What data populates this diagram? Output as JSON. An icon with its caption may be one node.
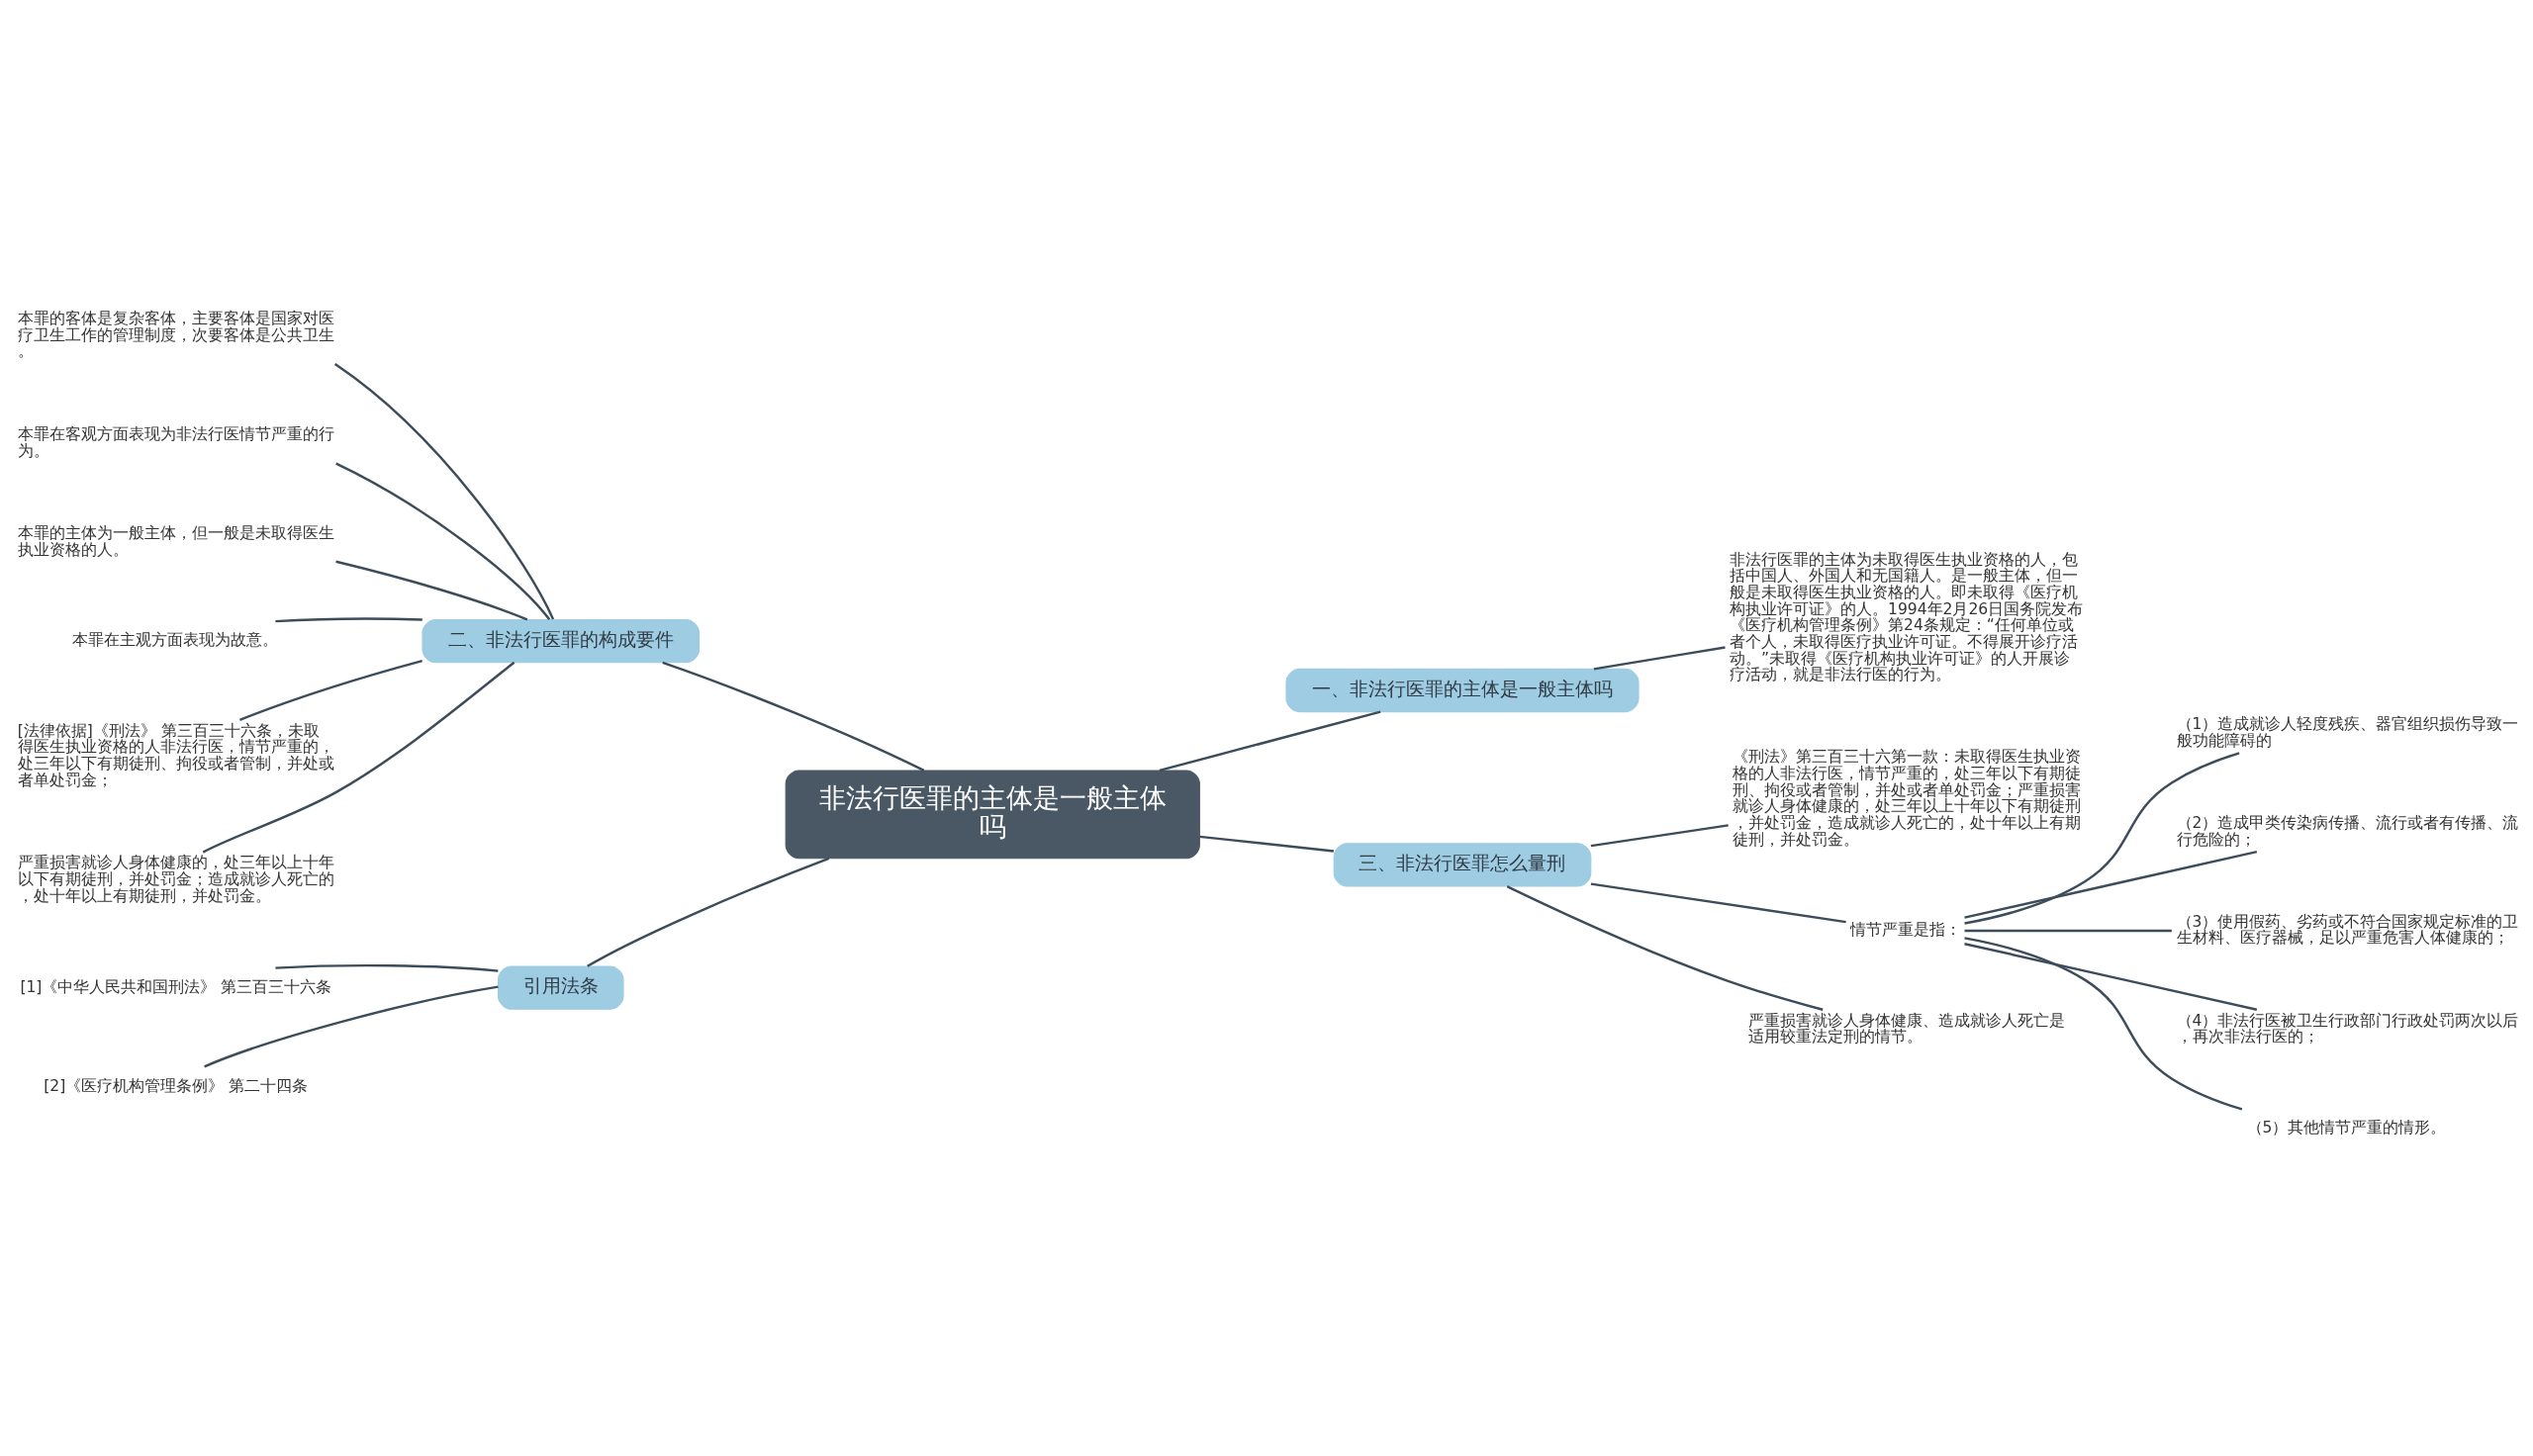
{
  "diagram": {
    "nodes": [
      {
        "text": [
          "非法行医罪的主体是一般主体吗"
        ]
      },
      {
        "text": [
          "一、非法行医罪的主体是一般主体吗"
        ]
      },
      {
        "text": [
          "非法行医罪的主体为未取得医生执业资格的人，包括中国人、外国人和无国籍人。是一般主体，但一般是未取得医生执业资格的人。即未取得《医疗机构执业许可证》的人。1994年2月26日国务院发布《医疗机构管理条例》第24条规定：“任何单位或者个人，未取得医疗执业许可证。不得展开诊疗活动。”未取得《医疗机构执业许可证》的人开展诊疗活动，就是非法行医的行为。"
        ]
      },
      {
        "text": [
          "二、非法行医罪的构成要件"
        ]
      },
      {
        "text": [
          "本罪的客体是复杂客体，主要客体是国家对医疗卫生工作的管理制度，次要客体是公共卫生。"
        ]
      },
      {
        "text": [
          "本罪在客观方面表现为非法行医情节严重的行为。"
        ]
      },
      {
        "text": [
          "本罪的主体为一般主体，但一般是未取得医生执业资格的人。"
        ]
      },
      {
        "text": [
          "本罪在主观方面表现为故意。"
        ]
      },
      {
        "text": [
          "[法律依据]《刑法》 第三百三十六条，未取得医生执业资格的人非法行医，情节严重的，处三年以下有期徒刑、拘役或者管制，并处或者单处罚金；"
        ]
      },
      {
        "text": [
          "严重损害就诊人身体健康的，处三年以上十年以下有期徒刑，并处罚金；造成就诊人死亡的，处十年以上有期徒刑，并处罚金。"
        ]
      },
      {
        "text": [
          "引用法条"
        ]
      },
      {
        "text": [
          "[1]《中华人民共和国刑法》 第三百三十六条"
        ]
      },
      {
        "text": [
          "[2]《医疗机构管理条例》 第二十四条"
        ]
      },
      {
        "text": [
          "三、非法行医罪怎么量刑"
        ]
      },
      {
        "text": [
          "《刑法》第三百三十六第一款：未取得医生执业资格的人非法行医，情节严重的，处三年以下有期徒刑、拘役或者管制，并处或者单处罚金；严重损害就诊人身体健康的，处三年以上十年以下有期徒刑，并处罚金，造成就诊人死亡的，处十年以上有期徒刑，并处罚金。"
        ]
      },
      {
        "text": [
          "情节严重是指："
        ]
      },
      {
        "text": [
          "（1）造成就诊人轻度残疾、器官组织损伤导致一般功能障碍的"
        ]
      },
      {
        "text": [
          "（2）造成甲类传染病传播、流行或者有传播、流行危险的；"
        ]
      },
      {
        "text": [
          "（3）使用假药、劣药或不符合国家规定标准的卫生材料、医疗器械，足以严重危害人体健康的；"
        ]
      },
      {
        "text": [
          "（4）非法行医被卫生行政部门行政处罚两次以后，再次非法行医的；"
        ]
      },
      {
        "text": [
          "（5）其他情节严重的情形。"
        ]
      },
      {
        "text": [
          "严重损害就诊人身体健康、造成就诊人死亡是适用较重法定刑的情节。"
        ]
      }
    ],
    "edges": [
      {
        "from": 0,
        "to": 1,
        "arrow": "none"
      },
      {
        "from": 1,
        "to": 2,
        "arrow": "none"
      },
      {
        "from": 0,
        "to": 3,
        "arrow": "none"
      },
      {
        "from": 3,
        "to": 4,
        "arrow": "none"
      },
      {
        "from": 3,
        "to": 5,
        "arrow": "none"
      },
      {
        "from": 3,
        "to": 6,
        "arrow": "none"
      },
      {
        "from": 3,
        "to": 7,
        "arrow": "none"
      },
      {
        "from": 3,
        "to": 8,
        "arrow": "none"
      },
      {
        "from": 3,
        "to": 9,
        "arrow": "none"
      },
      {
        "from": 0,
        "to": 10,
        "arrow": "none"
      },
      {
        "from": 10,
        "to": 11,
        "arrow": "none"
      },
      {
        "from": 10,
        "to": 12,
        "arrow": "none"
      },
      {
        "from": 0,
        "to": 13,
        "arrow": "none"
      },
      {
        "from": 13,
        "to": 14,
        "arrow": "none"
      },
      {
        "from": 13,
        "to": 15,
        "arrow": "none"
      },
      {
        "from": 15,
        "to": 16,
        "arrow": "none"
      },
      {
        "from": 15,
        "to": 17,
        "arrow": "none"
      },
      {
        "from": 15,
        "to": 18,
        "arrow": "none"
      },
      {
        "from": 15,
        "to": 19,
        "arrow": "none"
      },
      {
        "from": 15,
        "to": 20,
        "arrow": "none"
      },
      {
        "from": 13,
        "to": 21,
        "arrow": "none"
      }
    ]
  }
}
